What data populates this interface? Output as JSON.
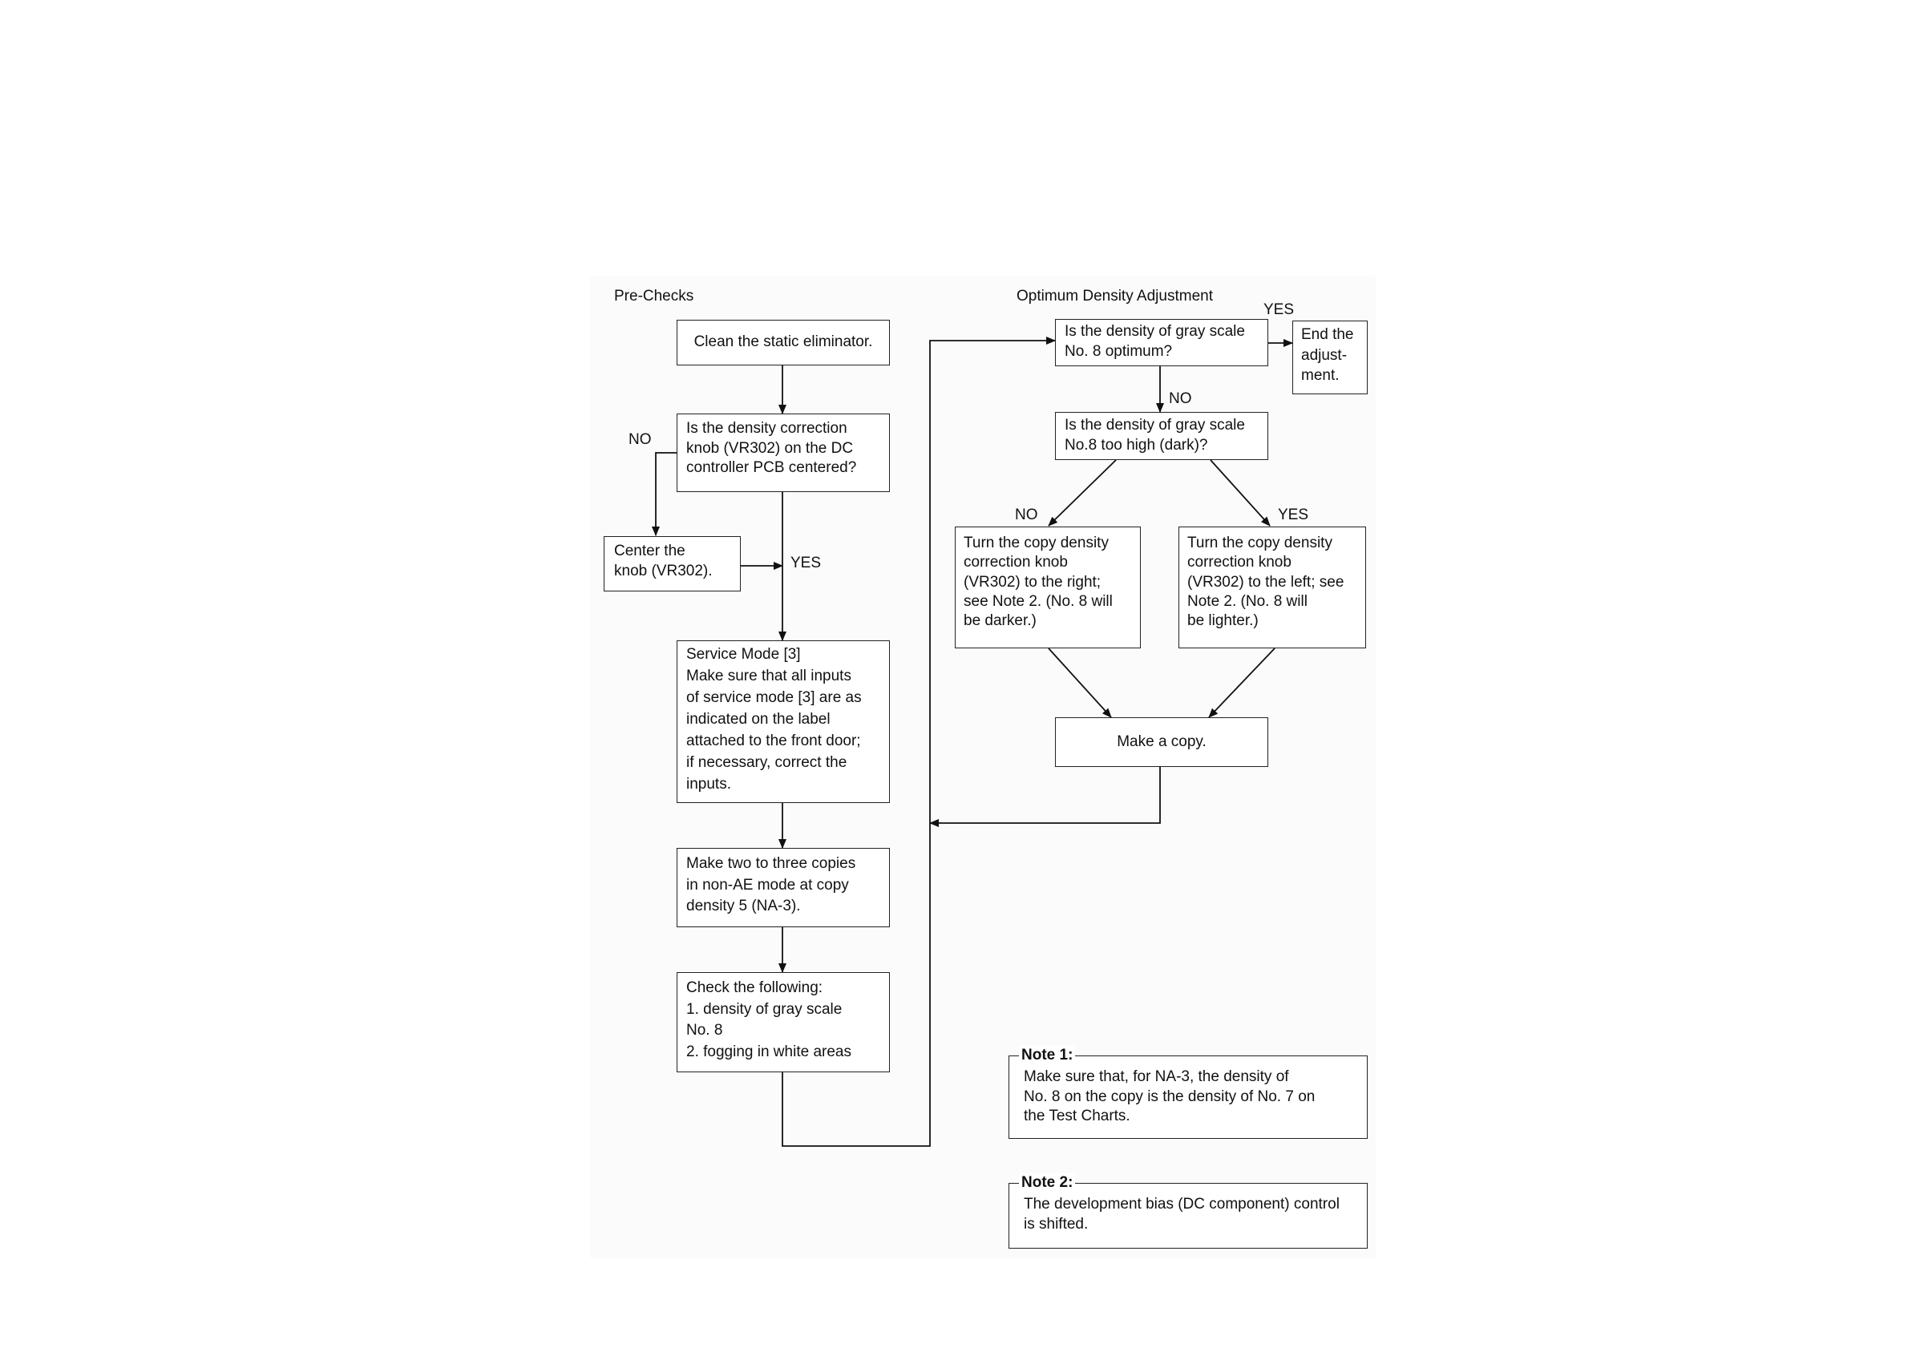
{
  "sections": {
    "prechecks_title": "Pre-Checks",
    "optimum_title": "Optimum Density Adjustment"
  },
  "boxes": {
    "clean": "Clean the static eliminator.",
    "knob_centered": "Is the density correction\nknob (VR302) on the DC\ncontroller PCB centered?",
    "center_knob": "Center the\nknob (VR302).",
    "service_mode": "Service Mode [3]\nMake sure that all inputs\nof service mode [3] are as\nindicated on the label\nattached to the front door;\nif necessary, correct the\ninputs.",
    "make_copies": "Make two to three copies\nin non-AE mode at copy\ndensity 5 (NA-3).",
    "check_following": "Check the following:\n1. density of gray scale\n    No. 8\n2. fogging in white areas",
    "optimum_q": "Is the density of gray scale\nNo. 8 optimum?",
    "end": "End the\nadjust-\nment.",
    "too_high_q": "Is the density of gray scale\nNo.8 too high (dark)?",
    "turn_right": "Turn the copy density\ncorrection knob\n(VR302) to the right;\nsee Note 2. (No. 8 will\nbe darker.)",
    "turn_left": "Turn the copy density\ncorrection knob\n(VR302) to the left; see\nNote 2. (No. 8 will\nbe lighter.)",
    "make_copy": "Make a copy."
  },
  "labels": {
    "no_knob": "NO",
    "yes_knob": "YES",
    "yes_optimum": "YES",
    "no_optimum": "NO",
    "no_dark": "NO",
    "yes_dark": "YES"
  },
  "notes": {
    "note1_title": "Note 1:",
    "note1_body": "Make sure that, for NA-3, the density of\nNo. 8 on the copy is the density of No. 7 on\nthe Test Charts.",
    "note2_title": "Note 2:",
    "note2_body": "The development bias (DC component) control\nis shifted."
  }
}
